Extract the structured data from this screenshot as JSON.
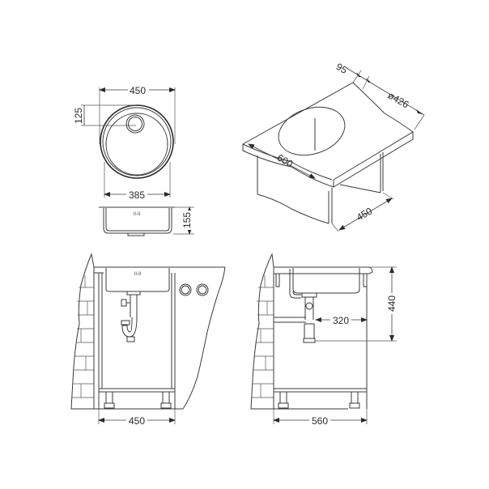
{
  "drawing": {
    "subject": "round inset kitchen sink dimension drawing",
    "line_color": "#3a3a3a",
    "background": "#ffffff"
  },
  "top_view": {
    "overall_width": "450",
    "bowl_width": "385",
    "drain_offset": "125"
  },
  "side_view": {
    "depth": "155"
  },
  "isometric_view": {
    "edge_offset": "95",
    "cutout_diameter": "ø426",
    "worktop_depth": "600",
    "cabinet_width": "450"
  },
  "front_installation_view": {
    "cabinet_width": "450"
  },
  "side_installation_view": {
    "cabinet_depth": "560",
    "drain_outlet_distance": "320",
    "drain_height": "440"
  }
}
